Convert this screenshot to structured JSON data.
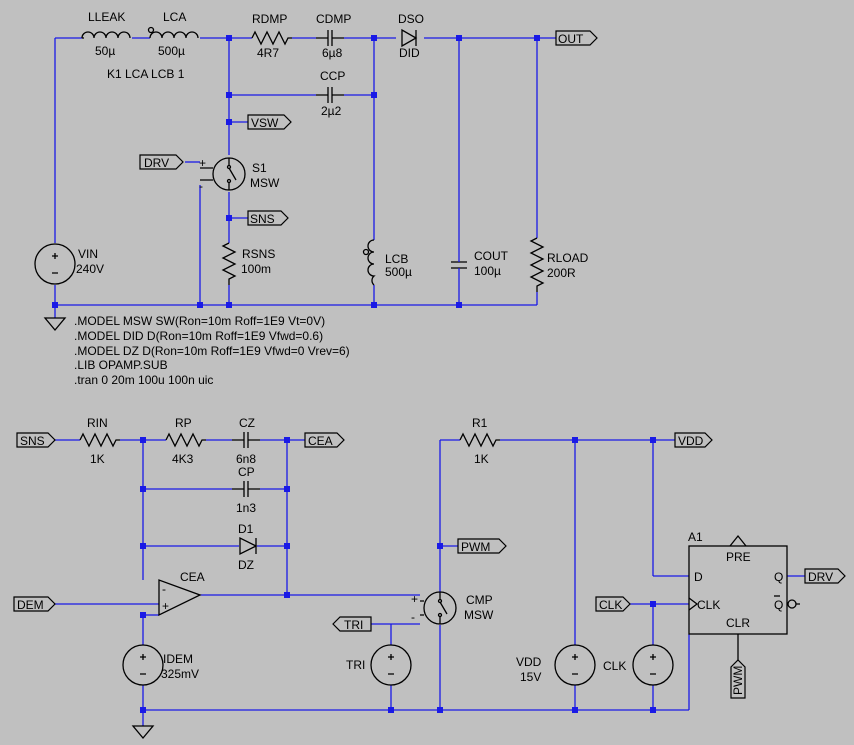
{
  "components": {
    "lleak": {
      "name": "LLEAK",
      "value": "50µ"
    },
    "lca": {
      "name": "LCA",
      "value": "500µ"
    },
    "rdmp": {
      "name": "RDMP",
      "value": "4R7"
    },
    "cdmp": {
      "name": "CDMP",
      "value": "6µ8"
    },
    "dso": {
      "name": "DSO",
      "value": "DID"
    },
    "ccp": {
      "name": "CCP",
      "value": "2µ2"
    },
    "s1": {
      "name": "S1",
      "value": "MSW"
    },
    "rsns": {
      "name": "RSNS",
      "value": "100m"
    },
    "lcb": {
      "name": "LCB",
      "value": "500µ"
    },
    "cout": {
      "name": "COUT",
      "value": "100µ"
    },
    "rload": {
      "name": "RLOAD",
      "value": "200R"
    },
    "vin": {
      "name": "VIN",
      "value": "240V"
    },
    "rin": {
      "name": "RIN",
      "value": "1K"
    },
    "rp": {
      "name": "RP",
      "value": "4K3"
    },
    "cz": {
      "name": "CZ",
      "value": "6n8"
    },
    "cp": {
      "name": "CP",
      "value": "1n3"
    },
    "d1": {
      "name": "D1",
      "value": "DZ"
    },
    "cea": {
      "name": "CEA"
    },
    "idem": {
      "name": "IDEM",
      "value": "325mV"
    },
    "r1": {
      "name": "R1",
      "value": "1K"
    },
    "cmp": {
      "name": "CMP",
      "value": "MSW"
    },
    "vdd": {
      "name": "VDD",
      "value": "15V"
    },
    "clk": {
      "name": "CLK"
    },
    "a1": {
      "name": "A1",
      "pre": "PRE",
      "clr": "CLR",
      "d": "D",
      "q": "Q",
      "qbar": "Q",
      "clk": "CLK"
    }
  },
  "coupling": "K1 LCA LCB 1",
  "directives": [
    ".MODEL MSW SW(Ron=10m Roff=1E9 Vt=0V)",
    ".MODEL DID D(Ron=10m Roff=1E9 Vfwd=0.6)",
    ".MODEL DZ D(Ron=10m Roff=1E9 Vfwd=0 Vrev=6)",
    ".LIB OPAMP.SUB",
    ".tran 0 20m 100u 100n uic"
  ],
  "nets": {
    "out": "OUT",
    "vsw": "VSW",
    "sns": "SNS",
    "drv": "DRV",
    "sns2": "SNS",
    "cea": "CEA",
    "dem": "DEM",
    "tri": "TRI",
    "pwm": "PWM",
    "vdd": "VDD",
    "clk": "CLK",
    "drv2": "DRV",
    "pwm2": "PWM"
  },
  "colors": {
    "background": "#c0c0c0",
    "wire": "#1a1ae6",
    "symbol": "#000000"
  }
}
